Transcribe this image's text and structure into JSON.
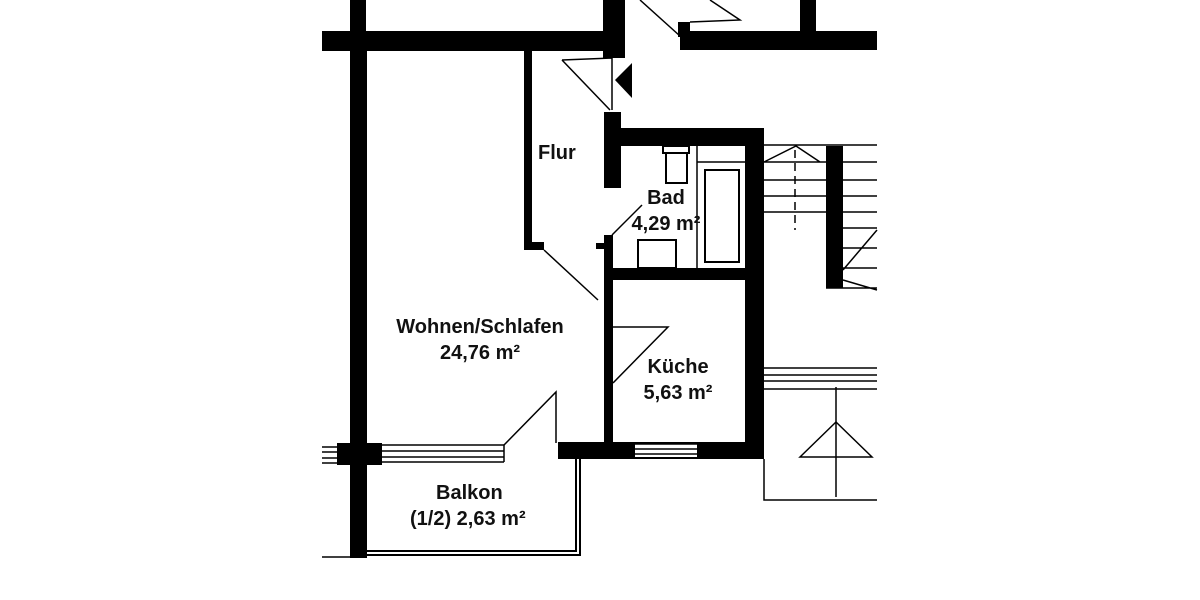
{
  "plan": {
    "title": "",
    "background": "#ffffff",
    "wall_color": "#000000",
    "rooms": [
      {
        "id": "flur",
        "name": "Flur",
        "area": ""
      },
      {
        "id": "bad",
        "name": "Bad",
        "area": "4,29 m²"
      },
      {
        "id": "wohnen",
        "name": "Wohnen/Schlafen",
        "area": "24,76 m²"
      },
      {
        "id": "kueche",
        "name": "Küche",
        "area": "5,63 m²"
      },
      {
        "id": "balkon",
        "name": "Balkon",
        "area": "(1/2) 2,63 m²"
      }
    ],
    "symbols": [
      "entrance-arrow-icon",
      "bathtub-icon",
      "toilet-icon",
      "sink-icon",
      "staircase-icon",
      "window-icon",
      "door-swing-icon"
    ]
  }
}
